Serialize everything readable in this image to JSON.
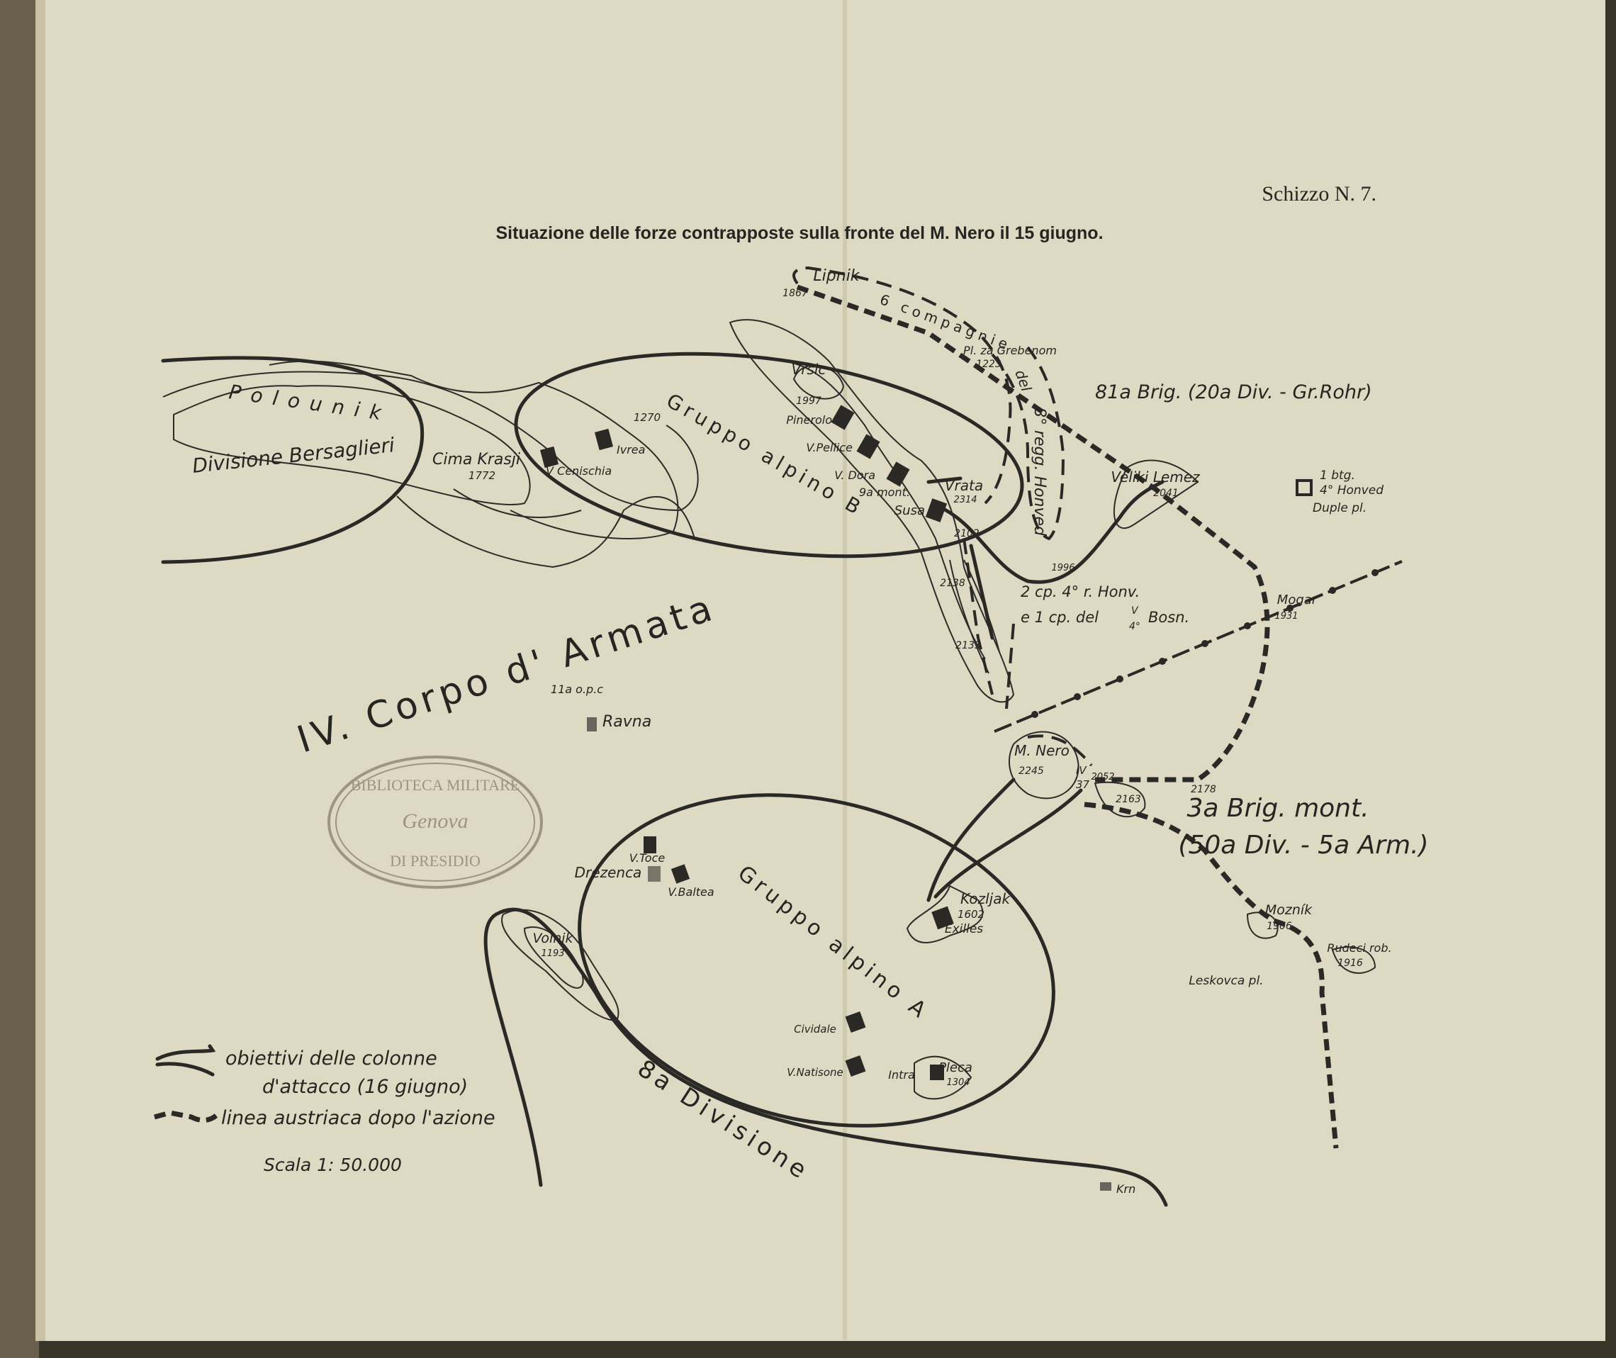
{
  "header": {
    "sketch_number": "Schizzo N. 7.",
    "title": "Situazione delle forze contrapposte sulla fronte del M. Nero il 15 giugno."
  },
  "formations": {
    "corps": "IV. Corpo d' Armata",
    "bersaglieri": "Divisione Bersaglieri",
    "gruppo_b": "Gruppo alpino B",
    "gruppo_a": "Gruppo alpino A",
    "div8": "8a Divisione",
    "brig81": "81a Brig. (20a Div. - Gr.Rohr)",
    "brig3_line1": "3a Brig. mont.",
    "brig3_line2": "(50a Div. - 5a Arm.)",
    "companies6": "6 compagnie",
    "del": "del",
    "honved8": "8° regg. Honved",
    "btg_line1": "1 btg.",
    "btg_line2": "4° Honved",
    "cp_line1": "2 cp. 4° r. Honv.",
    "cp_line2": "e 1 cp. del",
    "cp_frac_num": "V",
    "cp_frac_den": "4°",
    "cp_bosn": "Bosn.",
    "opc": "11a o.p.c",
    "nine_mont": "9a mont.",
    "iv37_num": "IV",
    "iv37_den": "37"
  },
  "places": {
    "polounik": "Polounik",
    "cima_krasji": "Cima Krasji",
    "h1772": "1772",
    "h1270": "1270",
    "lipnik": "Lipnik",
    "h1867": "1867",
    "grebenom": "Pl. za Grebenom",
    "h1223": "1223",
    "vrsic": "Vrsic",
    "h1997": "1997",
    "vrata": "Vrata",
    "h2314": "2314",
    "veliki_lemez": "Veliki Lemez",
    "h2041": "2041",
    "duple": "Duple pl.",
    "h2102": "2102",
    "h1996": "1996",
    "h2138": "2138",
    "h2133": "2133",
    "mogar": "Mogar",
    "h1931": "1931",
    "ravna": "Ravna",
    "m_nero": "M. Nero",
    "h2245": "2245",
    "h2052": "2052",
    "h2163": "2163",
    "h2178": "2178",
    "drezenca": "Drezenca",
    "kozljak": "Kozljak",
    "h1602": "1602",
    "moznik": "Mozník",
    "h1906": "1906",
    "rudeci": "Rudeci rob.",
    "h1916": "1916",
    "leskovca": "Leskovca pl.",
    "volnik": "Volnik",
    "h1193": "1193",
    "pleca": "Pleca",
    "h1304": "1304",
    "krn": "Krn"
  },
  "battalions": {
    "ivrea": "Ivrea",
    "cenischia": "V Cenischia",
    "pinerolo": "Pinerolo",
    "pellice": "V.Pellice",
    "dora": "V. Dora",
    "susa": "Susa",
    "toce": "V.Toce",
    "baltea": "V.Baltea",
    "exilles": "Exilles",
    "cividale": "Cividale",
    "natisone": "V.Natisone",
    "intra": "Intra"
  },
  "legend": {
    "objectives_line1": "obiettivi delle colonne",
    "objectives_line2": "d'attacco (16 giugno)",
    "austrian_line": "linea austriaca dopo l'azione",
    "scale": "Scala 1: 50.000"
  },
  "stamp": {
    "top": "BIBLIOTECA MILITARE",
    "middle": "Genova",
    "bottom": "DI PRESIDIO"
  },
  "colors": {
    "paper": "#ddd9c2",
    "ink": "#2a2926",
    "stamp": "#8a7d6e"
  }
}
